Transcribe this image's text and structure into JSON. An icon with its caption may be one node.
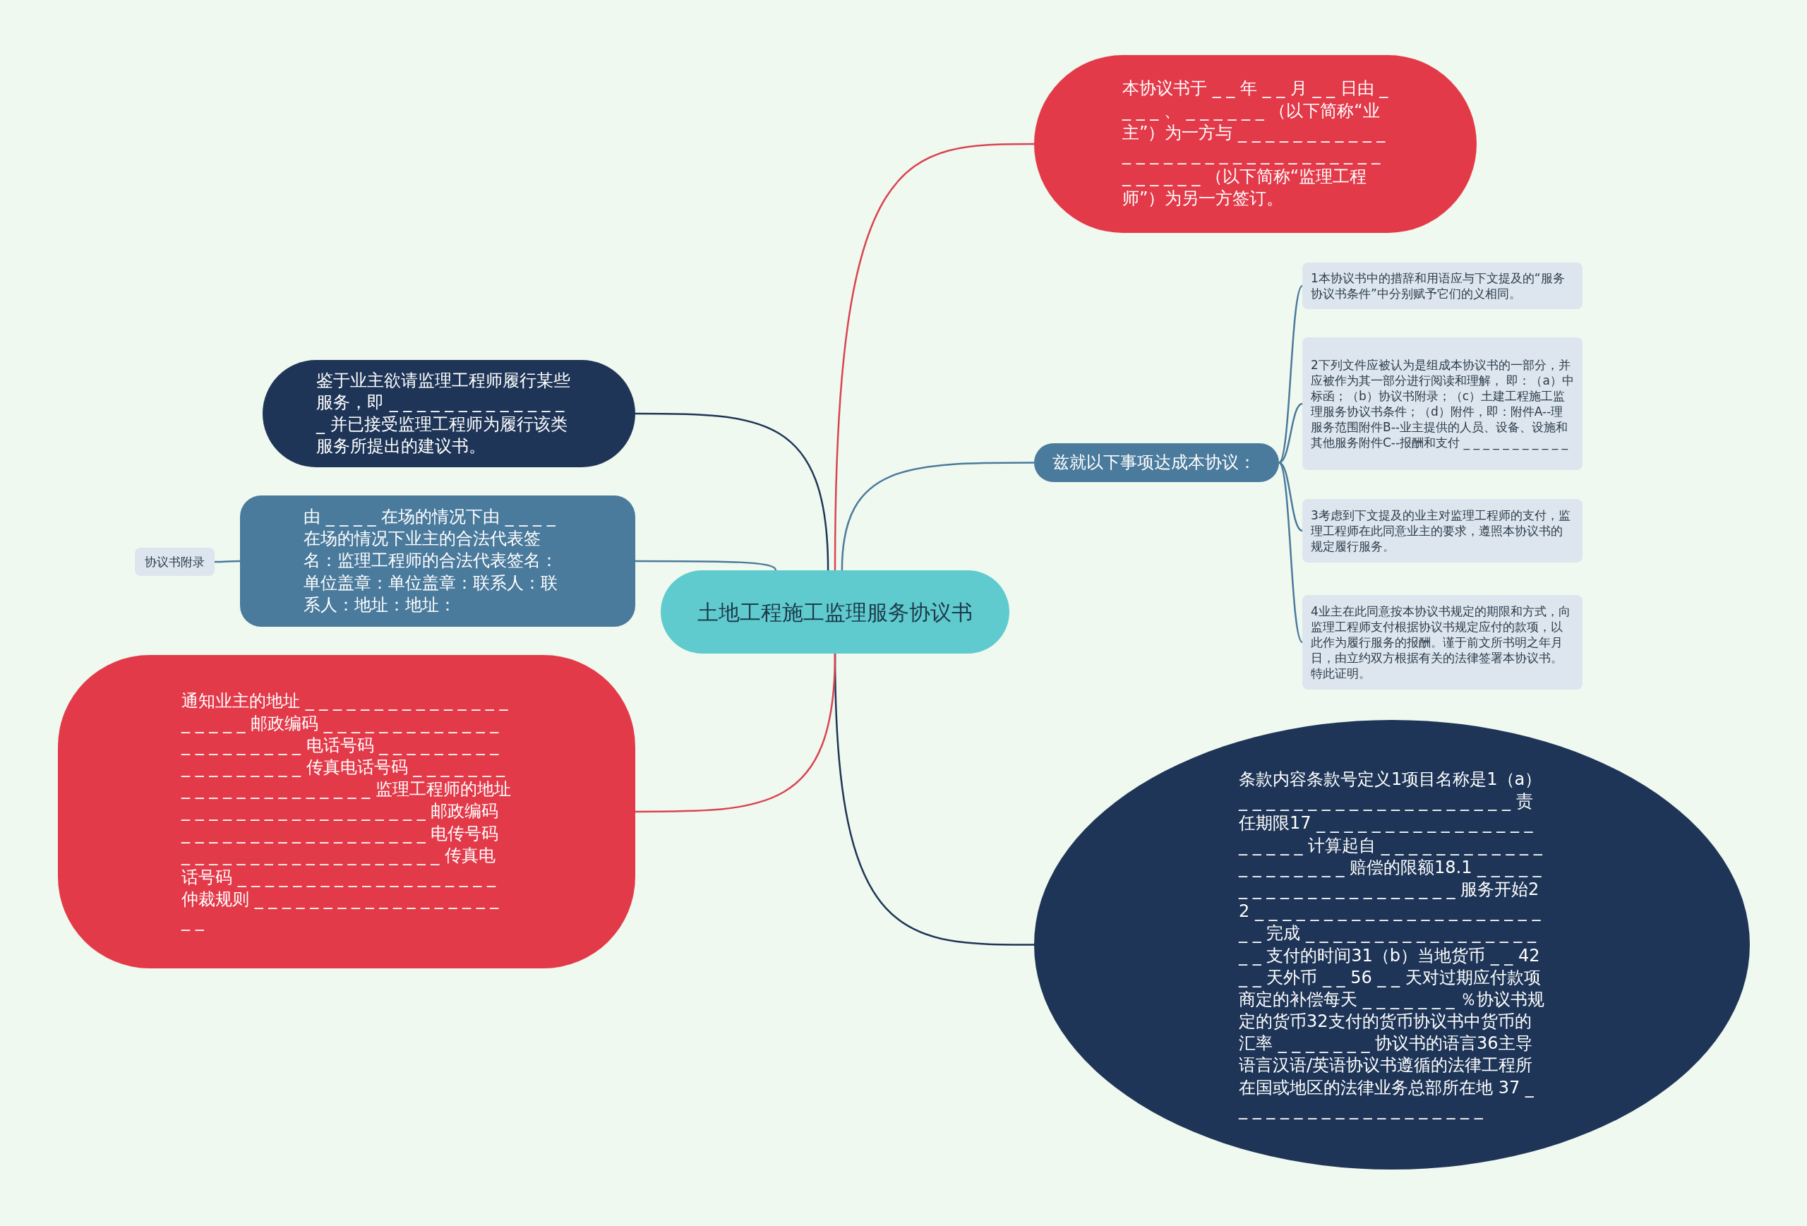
{
  "diagram": {
    "nodes": [
      {
        "text": [
          "土地工程施工监理服务协议书"
        ]
      },
      {
        "text": [
          "本协议书于 _ _ 年 _ _ 月 _ _ 日由 _ _ _ _ 、 _ _ _ _ _ _ （以下简称“业主”）为一方与 _ _ _ _ _ _ _ _ _ _ _ _ _ _ _ _ _ _ _ _ _ _ _ _ _ _ _ _ _ _ _ _ _ _ _ _ （以下简称“监理工程师”）为另一方签订。"
        ]
      },
      {
        "text": [
          "兹就以下事项达成本协议："
        ]
      },
      {
        "text": [
          "1本协议书中的措辞和用语应与下文提及的“服务协议书条件”中分别赋予它们的义相同。"
        ]
      },
      {
        "text": [
          "2下列文件应被认为是组成本协议书的一部分，并应被作为其一部分进行阅读和理解， 即：（a）中标函；（b）协议书附录；（c）土建工程施工监理服务协议书条件；（d）附件，即：附件A--理服务范围附件B--业主提供的人员、设备、设施和其他服务附件C--报酬和支付 _ _ _ _ _ _ _ _ _ _ _"
        ]
      },
      {
        "text": [
          "3考虑到下文提及的业主对监理工程师的支付，监理工程师在此同意业主的要求，遵照本协议书的规定履行服务。"
        ]
      },
      {
        "text": [
          "4业主在此同意按本协议书规定的期限和方式，向监理工程师支付根据协议书规定应付的款项，以此作为履行服务的报酬。谨于前文所书明之年月日，由立约双方根据有关的法律签署本协议书。特此证明。"
        ]
      },
      {
        "text": [
          "条款内容条款号定义1项目名称是1（a） _ _ _ _ _ _ _ _ _ _ _ _ _ _ _ _ _ _ _ _ 责任期限17 _ _ _ _ _ _ _ _ _ _ _ _ _ _ _ _ _ _ _ _ _ 计算起自 _ _ _ _ _ _ _ _ _ _ _ _ _ _ _ _ _ _ _ _ 赔偿的限额18.1 _ _ _ _ _ _ _ _ _ _ _ _ _ _ _ _ _ _ _ _ _ 服务开始22 _ _ _ _ _ _ _ _ _ _ _ _ _ _ _ _ _ _ _ _ _ _ _ 完成 _ _ _ _ _ _ _ _ _ _ _ _ _ _ _ _ _ _ _ 支付的时间31（b）当地货币 _ _ 42 _ _ 天外币 _ _ 56 _ _ 天对过期应付款项商定的补偿每天 _ _ _ _ _ _ _ ％协议书规定的货币32支付的货币协议书中货币的汇率 _ _ _ _ _ _ _ 协议书的语言36主导语言汉语/英语协议书遵循的法律工程所在国或地区的法律业务总部所在地 37 _ _ _ _ _ _ _ _ _ _ _ _ _ _ _ _ _ _ _"
        ]
      },
      {
        "text": [
          "鉴于业主欲请监理工程师履行某些服务，即 _ _ _ _ _ _ _ _ _ _ _ _ _ _ 并已接受监理工程师为履行该类服务所提出的建议书。"
        ]
      },
      {
        "text": [
          "由 _ _ _ _ 在场的情况下由 _ _ _ _ 在场的情况下业主的合法代表签名：监理工程师的合法代表签名：单位盖章：单位盖章：联系人：联系人：地址：地址："
        ]
      },
      {
        "text": [
          "协议书附录"
        ]
      },
      {
        "text": [
          "通知业主的地址 _ _ _ _ _ _ _ _ _ _ _ _ _ _ _ _ _ _ _ _ 邮政编码 _ _ _ _ _ _ _ _ _ _ _ _ _ _ _ _ _ _ _ _ _ _ 电话号码 _ _ _ _ _ _ _ _ _ _ _ _ _ _ _ _ _ _ 传真电话号码 _ _ _ _ _ _ _ _ _ _ _ _ _ _ _ _ _ _ _ _ _ 监理工程师的地址 _ _ _ _ _ _ _ _ _ _ _ _ _ _ _ _ _ _ 邮政编码 _ _ _ _ _ _ _ _ _ _ _ _ _ _ _ _ _ _ 电传号码 _ _ _ _ _ _ _ _ _ _ _ _ _ _ _ _ _ _ _ 传真电话号码 _ _ _ _ _ _ _ _ _ _ _ _ _ _ _ _ _ _ _ 仲裁规则 _ _ _ _ _ _ _ _ _ _ _ _ _ _ _ _ _ _ _ _"
        ]
      }
    ],
    "edges": [
      {
        "from": 0,
        "to": 1,
        "arrow": "none",
        "color": "#d94452"
      },
      {
        "from": 0,
        "to": 2,
        "arrow": "none"
      },
      {
        "from": 2,
        "to": 3,
        "arrow": "none"
      },
      {
        "from": 2,
        "to": 4,
        "arrow": "none"
      },
      {
        "from": 2,
        "to": 5,
        "arrow": "none"
      },
      {
        "from": 2,
        "to": 6,
        "arrow": "none"
      },
      {
        "from": 0,
        "to": 7,
        "arrow": "none",
        "color": "#1e3557"
      },
      {
        "from": 0,
        "to": 8,
        "arrow": "none",
        "color": "#1e3557"
      },
      {
        "from": 0,
        "to": 9,
        "arrow": "none"
      },
      {
        "from": 9,
        "to": 10,
        "arrow": "none"
      },
      {
        "from": 0,
        "to": 11,
        "arrow": "none",
        "color": "#d94452"
      }
    ]
  }
}
